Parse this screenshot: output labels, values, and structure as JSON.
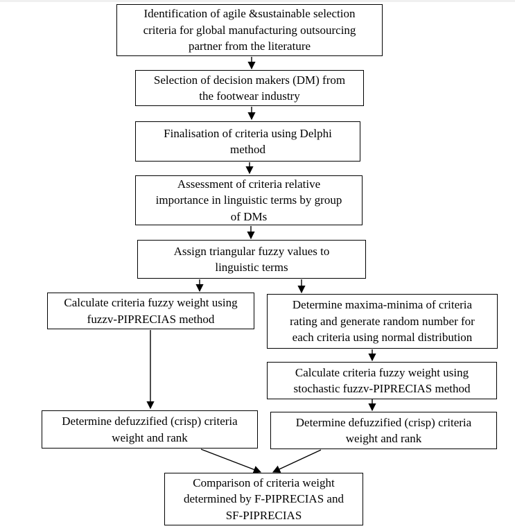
{
  "diagram": {
    "type": "flowchart",
    "colors": {
      "background": "#ffffff",
      "box_border": "#000000",
      "text": "#000000",
      "arrow": "#000000"
    },
    "nodes": {
      "identification": {
        "text": "Identification of agile &sustainable selection\ncriteria for global manufacturing outsourcing\npartner from the literature"
      },
      "dm_selection": {
        "text": "Selection of decision makers (DM) from\nthe footwear industry"
      },
      "delphi": {
        "text": "Finalisation of criteria using Delphi\nmethod"
      },
      "assessment": {
        "text": "Assessment of criteria relative\nimportance in linguistic terms by group\nof DMs"
      },
      "fuzzy_values": {
        "text": "Assign triangular fuzzy values to\nlinguistic terms"
      },
      "fuzzy_weight": {
        "text": "Calculate criteria fuzzy weight using\nfuzzv-PIPRECIAS method"
      },
      "maxima_minima": {
        "text": "Determine maxima-minima of criteria\nrating and generate random number for\neach criteria using normal distribution"
      },
      "stochastic_weight": {
        "text": "Calculate criteria fuzzy weight using\nstochastic fuzzv-PIPRECIAS method"
      },
      "defuzzified_left": {
        "text": "Determine defuzzified (crisp) criteria\nweight and rank"
      },
      "defuzzified_right": {
        "text": "Determine defuzzified (crisp) criteria\nweight and rank"
      },
      "comparison": {
        "text": "Comparison of criteria weight\ndetermined by F-PIPRECIAS and\nSF-PIPRECIAS"
      }
    },
    "edges": [
      {
        "from": "identification",
        "to": "dm_selection"
      },
      {
        "from": "dm_selection",
        "to": "delphi"
      },
      {
        "from": "delphi",
        "to": "assessment"
      },
      {
        "from": "assessment",
        "to": "fuzzy_values"
      },
      {
        "from": "fuzzy_values",
        "to": "fuzzy_weight"
      },
      {
        "from": "fuzzy_values",
        "to": "maxima_minima"
      },
      {
        "from": "maxima_minima",
        "to": "stochastic_weight"
      },
      {
        "from": "stochastic_weight",
        "to": "defuzzified_right"
      },
      {
        "from": "fuzzy_weight",
        "to": "defuzzified_left"
      },
      {
        "from": "defuzzified_left",
        "to": "comparison"
      },
      {
        "from": "defuzzified_right",
        "to": "comparison"
      }
    ]
  }
}
